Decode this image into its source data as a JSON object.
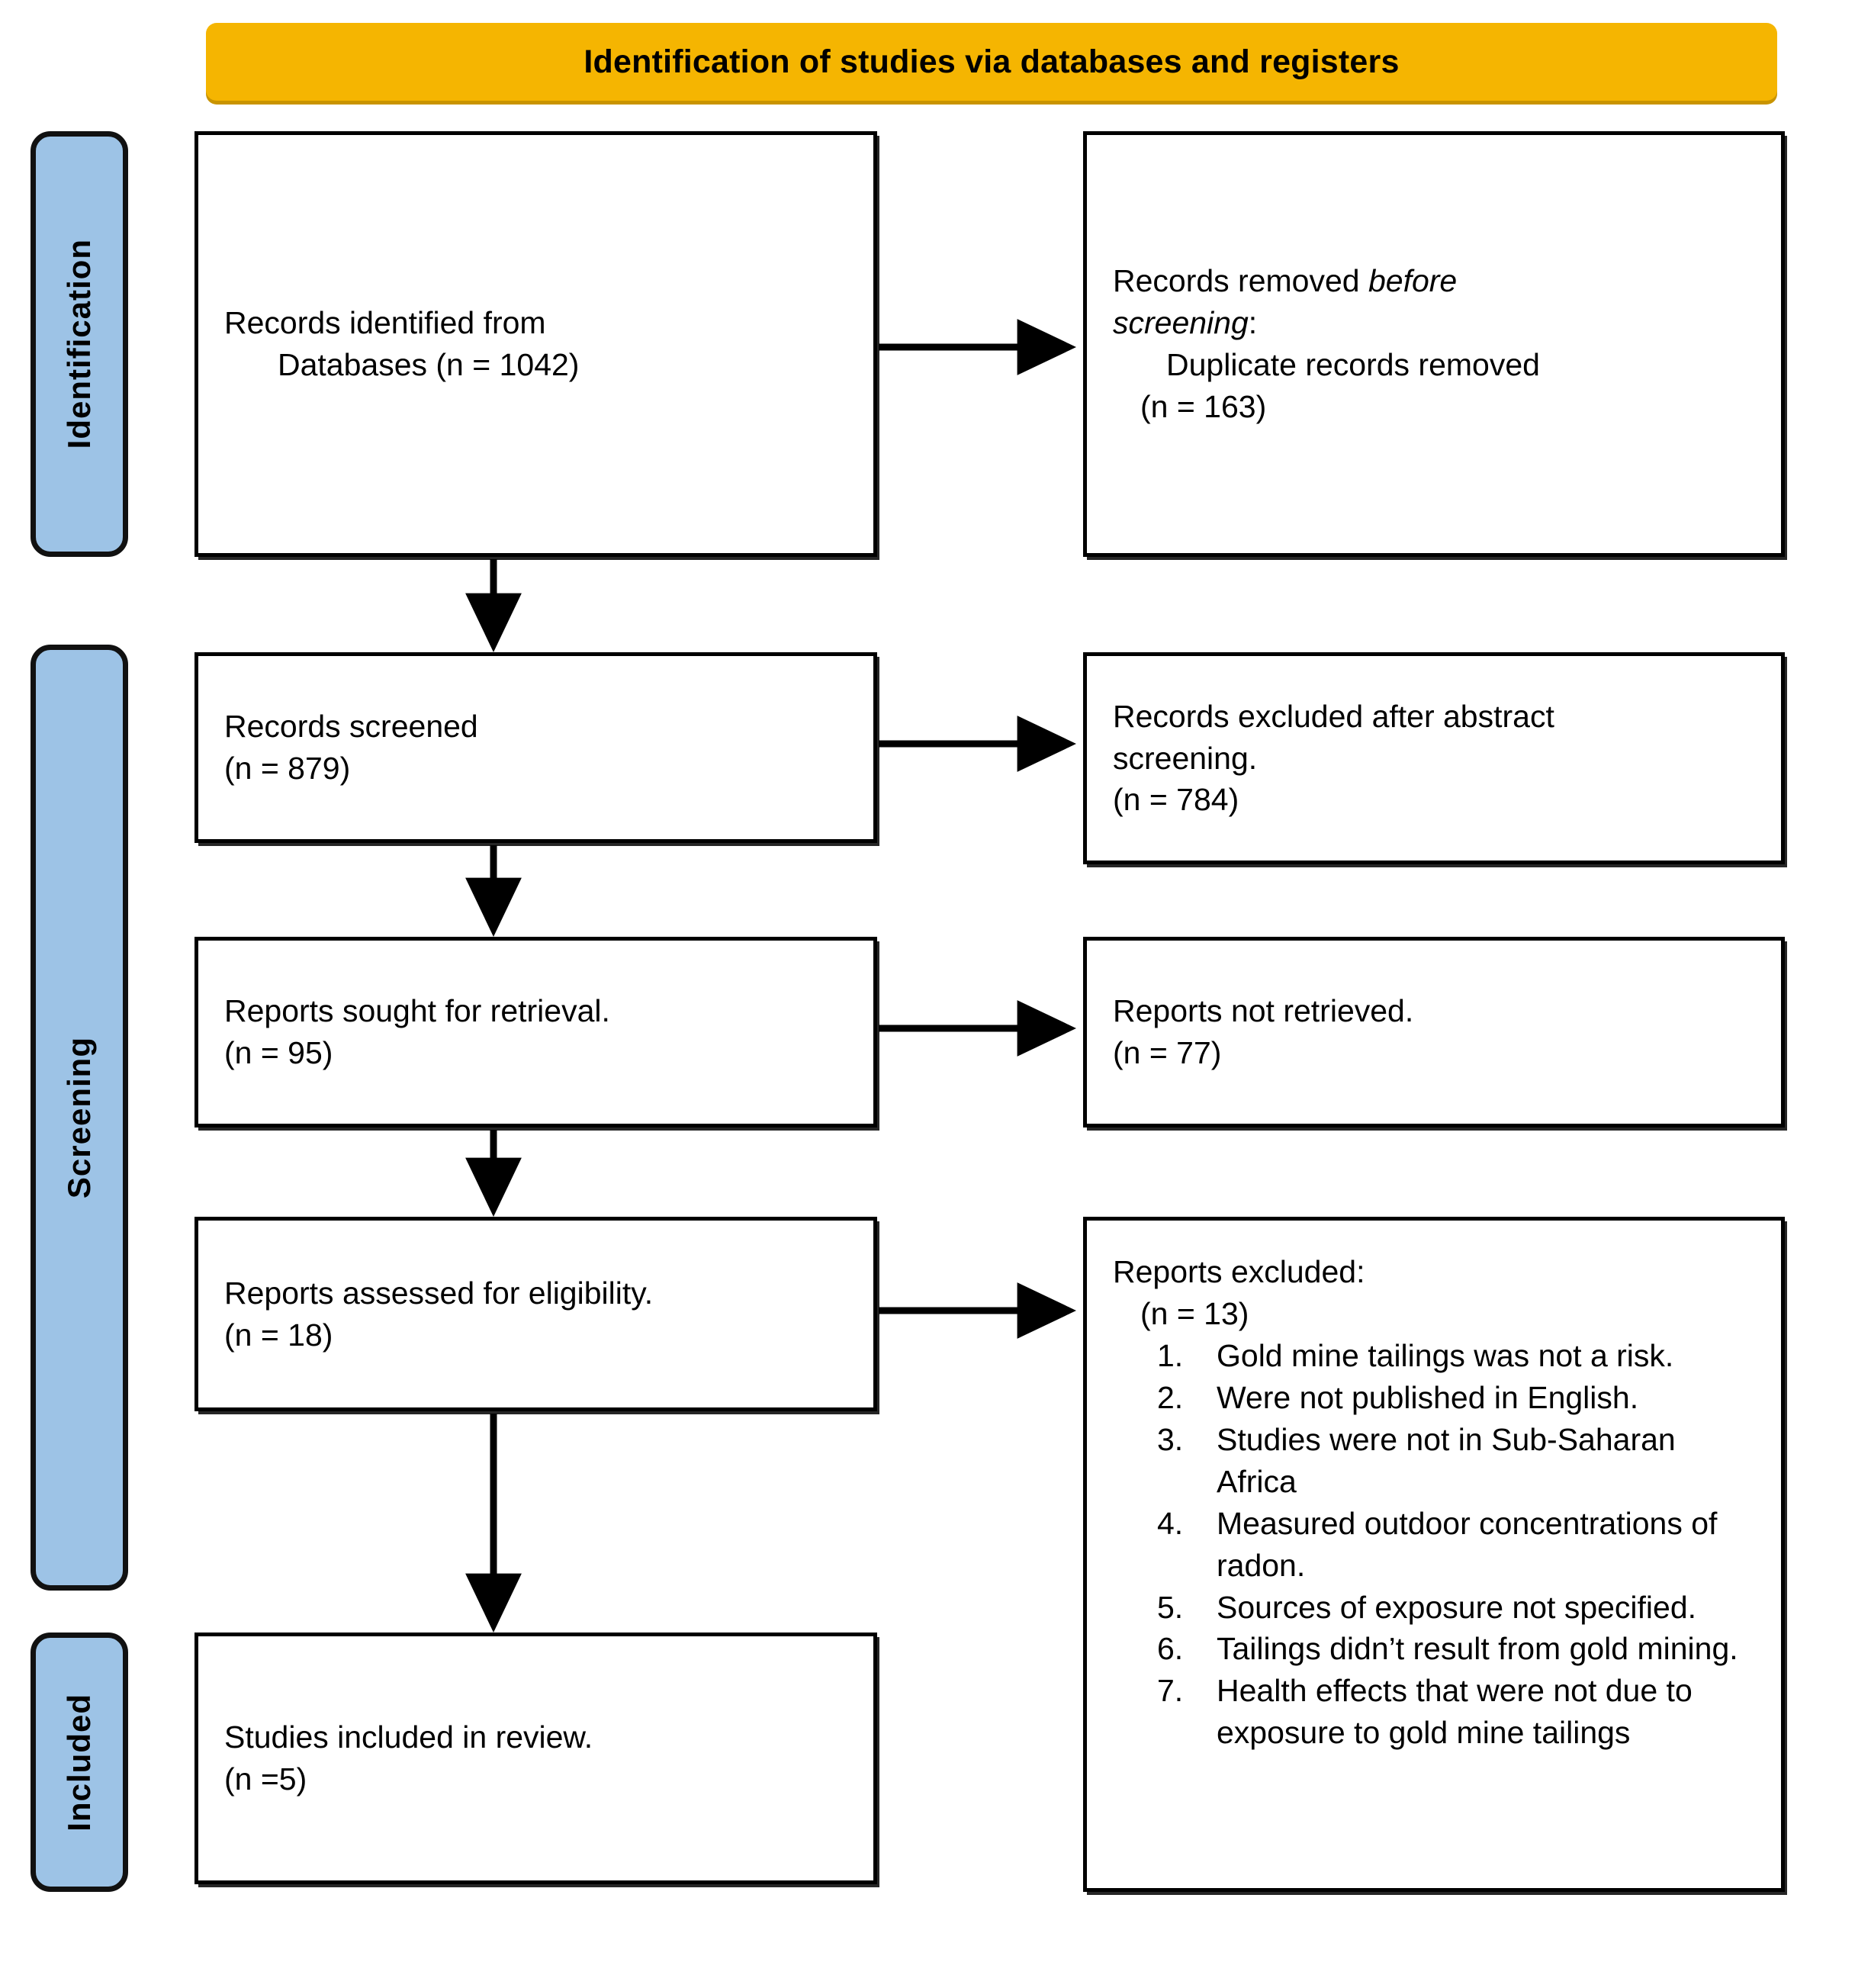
{
  "banner": {
    "title": "Identification of studies via databases and registers",
    "color": "#F5B501"
  },
  "stages": [
    {
      "id": "identification",
      "label": "Identification",
      "color": "#9DC3E6"
    },
    {
      "id": "screening",
      "label": "Screening",
      "color": "#9DC3E6"
    },
    {
      "id": "included",
      "label": "Included",
      "color": "#9DC3E6"
    }
  ],
  "boxes": {
    "identified": {
      "line1": "Records identified from",
      "line2": "Databases (n = 1042)"
    },
    "removed": {
      "line1_pre": "Records removed ",
      "line1_ital": "before",
      "line2_ital": "screening",
      "line2_post": ":",
      "line3": "Duplicate records removed",
      "line4": "(n = 163)"
    },
    "screened": {
      "line1": "Records screened",
      "line2": "(n = 879)"
    },
    "excluded_abstract": {
      "line1": "Records excluded after abstract",
      "line2": "screening.",
      "line3": "(n = 784)"
    },
    "sought": {
      "line1": "Reports sought for retrieval.",
      "line2": "(n = 95)"
    },
    "not_retrieved": {
      "line1": "Reports not retrieved.",
      "line2": "(n = 77)"
    },
    "assessed": {
      "line1": "Reports assessed for eligibility.",
      "line2": "(n = 18)"
    },
    "excluded_reports": {
      "line1": "Reports excluded:",
      "line2": "(n = 13)",
      "reasons": [
        {
          "num": "1.",
          "text": "Gold mine tailings was not a risk."
        },
        {
          "num": "2.",
          "text": "Were not published in English."
        },
        {
          "num": "3.",
          "text": "Studies were not in Sub-Saharan Africa"
        },
        {
          "num": "4.",
          "text": "Measured outdoor concentrations of radon."
        },
        {
          "num": "5.",
          "text": "Sources of exposure not specified."
        },
        {
          "num": "6.",
          "text": "Tailings didn’t result from gold mining."
        },
        {
          "num": "7.",
          "text": "Health effects that were not due to exposure to gold mine tailings"
        }
      ]
    },
    "included": {
      "line1": "Studies included in review.",
      "line2": "(n =5)"
    }
  },
  "counts": {
    "identified_databases": 1042,
    "duplicates_removed": 163,
    "records_screened": 879,
    "excluded_after_abstract": 784,
    "reports_sought": 95,
    "reports_not_retrieved": 77,
    "reports_assessed": 18,
    "reports_excluded": 13,
    "studies_included": 5
  }
}
